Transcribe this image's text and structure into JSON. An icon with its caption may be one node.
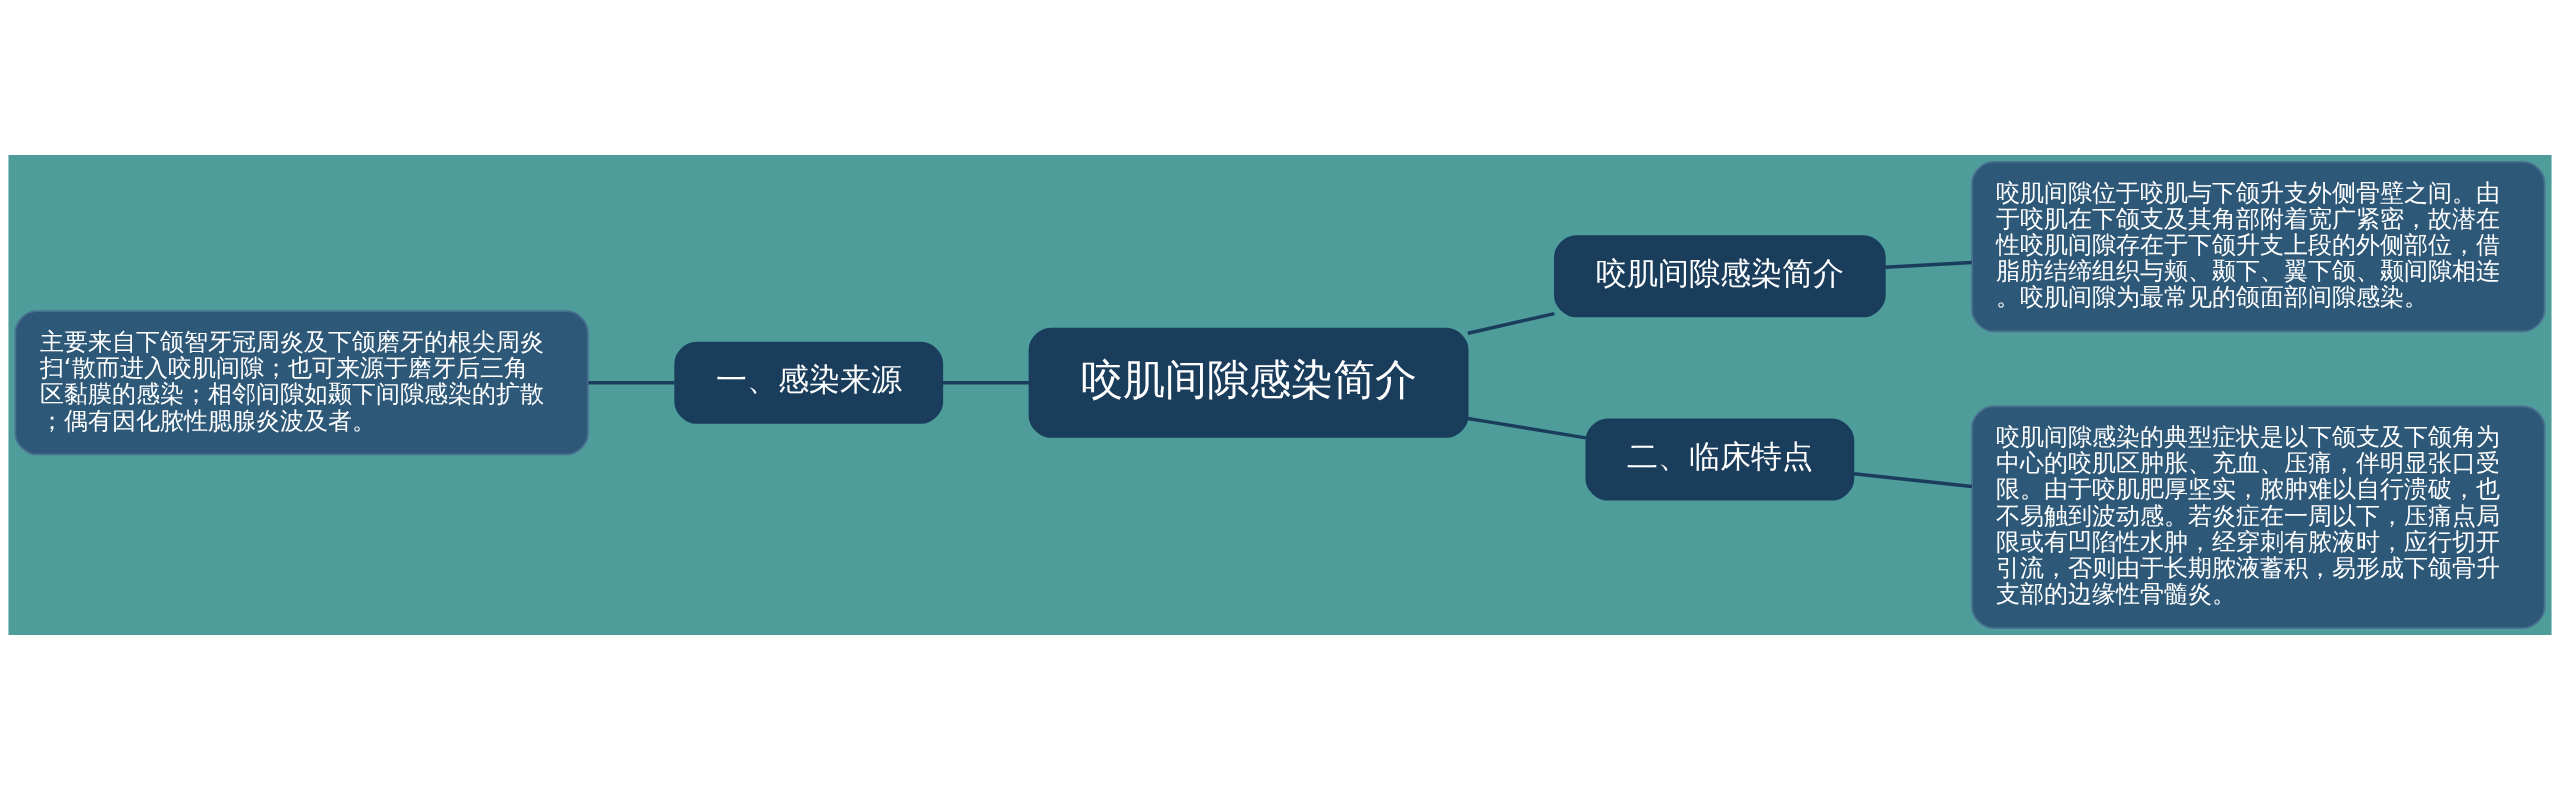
{
  "diagram": {
    "nodes": [
      {
        "text": [
          "咬肌间隙感染简介"
        ]
      },
      {
        "text": [
          "咬肌间隙感染简介"
        ]
      },
      {
        "text": [
          "咬肌间隙位于咬肌与下颌升支外侧骨壁之间。由于咬肌在下颌支及其角部附着宽广紧密，故潜在性咬肌间隙存在于下颌升支上段的外侧部位，借脂肪结缔组织与颊、颞下、翼下颌、颞间隙相连。咬肌间隙为最常见的颌面部间隙感染。"
        ]
      },
      {
        "text": [
          "一、感染来源"
        ]
      },
      {
        "text": [
          "主要来自下颌智牙冠周炎及下颌磨牙的根尖周炎扫‘散而进入咬肌间隙；也可来源于磨牙后三角区黏膜的感染；相邻间隙如颞下间隙感染的扩散；偶有因化脓性腮腺炎波及者。"
        ]
      },
      {
        "text": [
          "二、临床特点"
        ]
      },
      {
        "text": [
          "咬肌间隙感染的典型症状是以下颌支及下颌角为中心的咬肌区肿胀、充血、压痛，伴明显张口受限。由于咬肌肥厚坚实，脓肿难以自行溃破，也不易触到波动感。若炎症在一周以下，压痛点局限或有凹陷性水肿，经穿刺有脓液时，应行切开引流，否则由于长期脓液蓄积，易形成下颌骨升支部的边缘性骨髓炎。"
        ]
      }
    ],
    "edges": [
      {
        "from": 0,
        "to": 1,
        "arrow": "none"
      },
      {
        "from": 1,
        "to": 2,
        "arrow": "none"
      },
      {
        "from": 3,
        "to": 0,
        "arrow": "none"
      },
      {
        "from": 4,
        "to": 3,
        "arrow": "none"
      },
      {
        "from": 0,
        "to": 5,
        "arrow": "none"
      },
      {
        "from": 5,
        "to": 6,
        "arrow": "none"
      }
    ]
  }
}
